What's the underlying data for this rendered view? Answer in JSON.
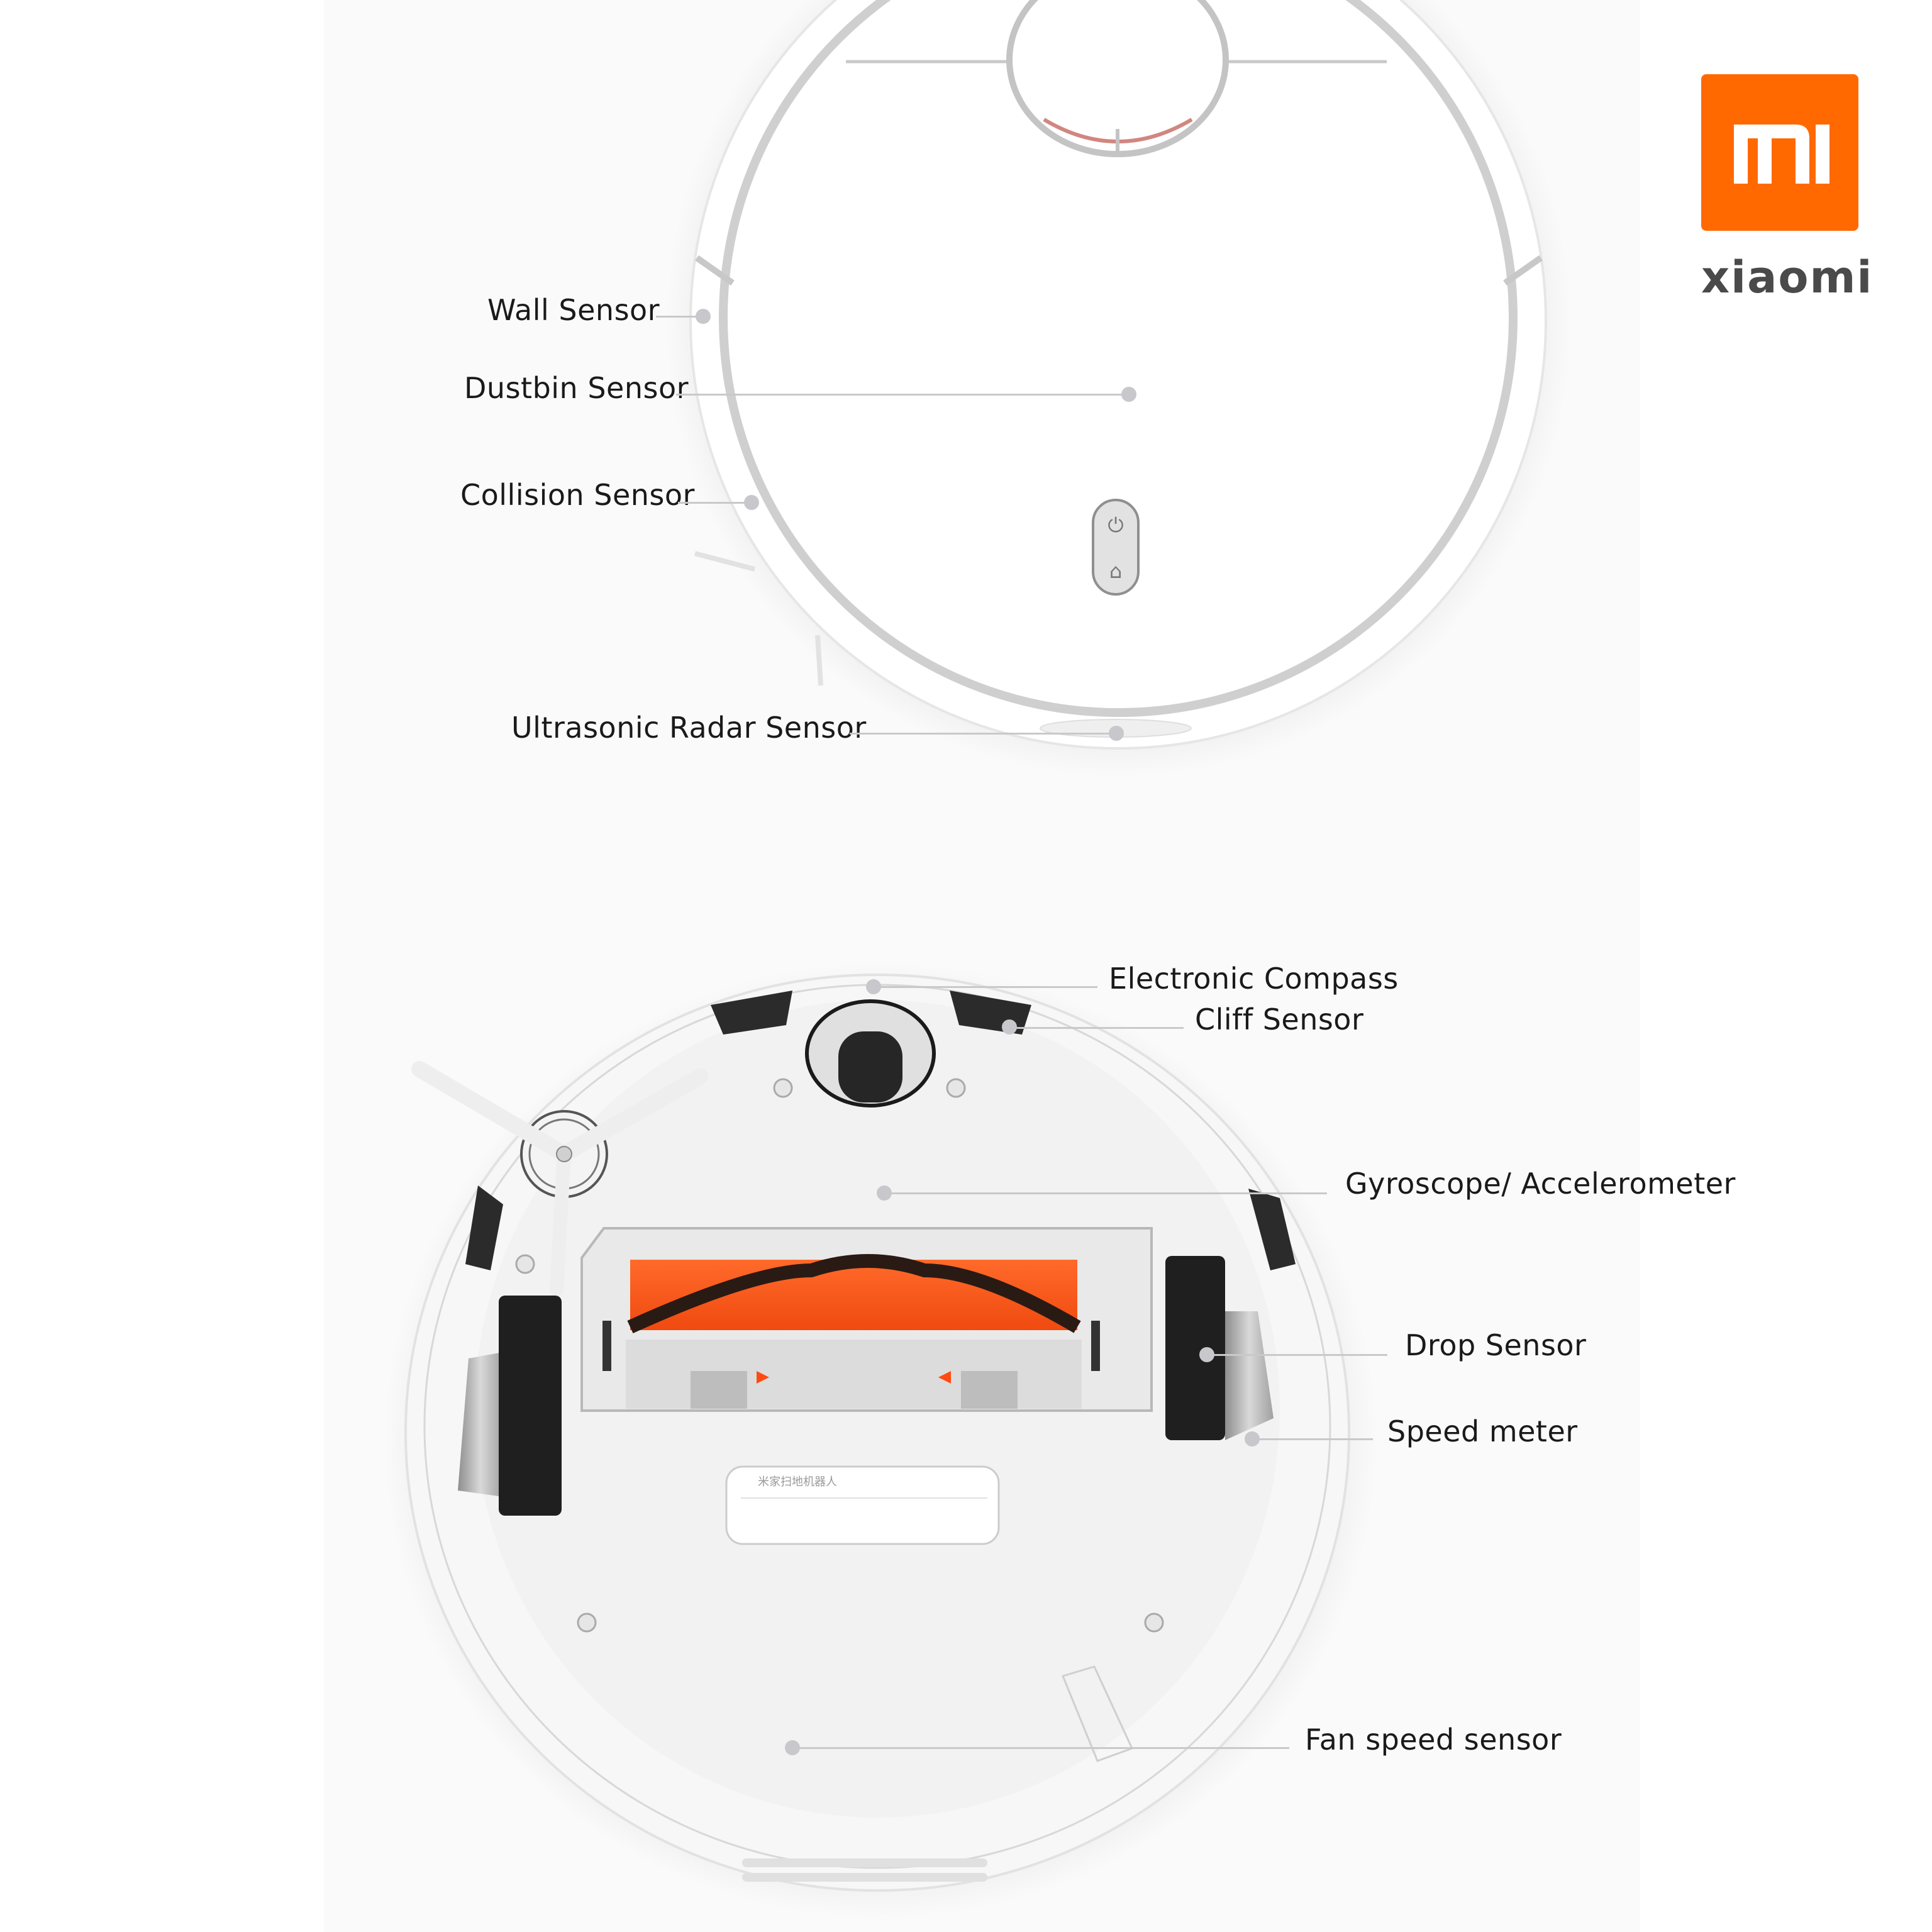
{
  "brand": {
    "logo_mark": "MI",
    "wordmark": "xiaomi",
    "accent_color": "#ff6900",
    "wordmark_color": "#4a4a4a"
  },
  "top_view": {
    "device": "robot-vacuum-top",
    "buttons": [
      {
        "icon": "power-icon"
      },
      {
        "icon": "home-icon"
      }
    ],
    "callouts": [
      {
        "id": "wall",
        "label": "Wall Sensor"
      },
      {
        "id": "dustbin",
        "label": "Dustbin Sensor"
      },
      {
        "id": "collision",
        "label": "Collision Sensor"
      },
      {
        "id": "ultrasonic",
        "label": "Ultrasonic Radar Sensor"
      }
    ]
  },
  "bottom_view": {
    "device": "robot-vacuum-bottom",
    "label_plate_title": "米家扫地机器人",
    "brush_color": "#ff5a1f",
    "callouts": [
      {
        "id": "compass",
        "label": "Electronic Compass"
      },
      {
        "id": "cliff",
        "label": "Cliff Sensor"
      },
      {
        "id": "gyro",
        "label": "Gyroscope/ Accelerometer"
      },
      {
        "id": "drop",
        "label": "Drop Sensor"
      },
      {
        "id": "speed",
        "label": "Speed meter"
      },
      {
        "id": "fan",
        "label": "Fan speed sensor"
      }
    ]
  }
}
